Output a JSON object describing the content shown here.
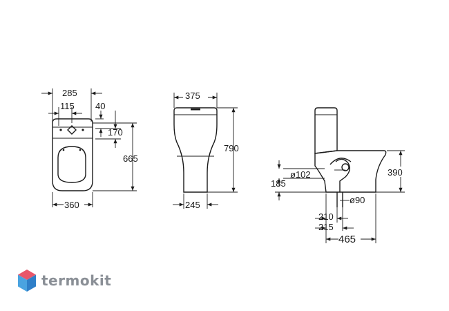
{
  "views": {
    "front": {
      "overall_width": "285",
      "bolt_spacing": "115",
      "top_offset": "40",
      "seat_depth": "170",
      "height": "665",
      "base_width": "360"
    },
    "side": {
      "top_width": "375",
      "total_height": "790",
      "base_width": "245"
    },
    "profile": {
      "outlet_diameter": "ø102",
      "outlet_height": "185",
      "bowl_height": "390",
      "connection_diameter": "ø90",
      "offset_a": "210",
      "offset_b": "215",
      "length": "465"
    }
  },
  "logo": {
    "text": "termokit",
    "colors": {
      "top": "#e8566a",
      "left": "#4aa3e0",
      "right": "#2f7fc8"
    }
  }
}
